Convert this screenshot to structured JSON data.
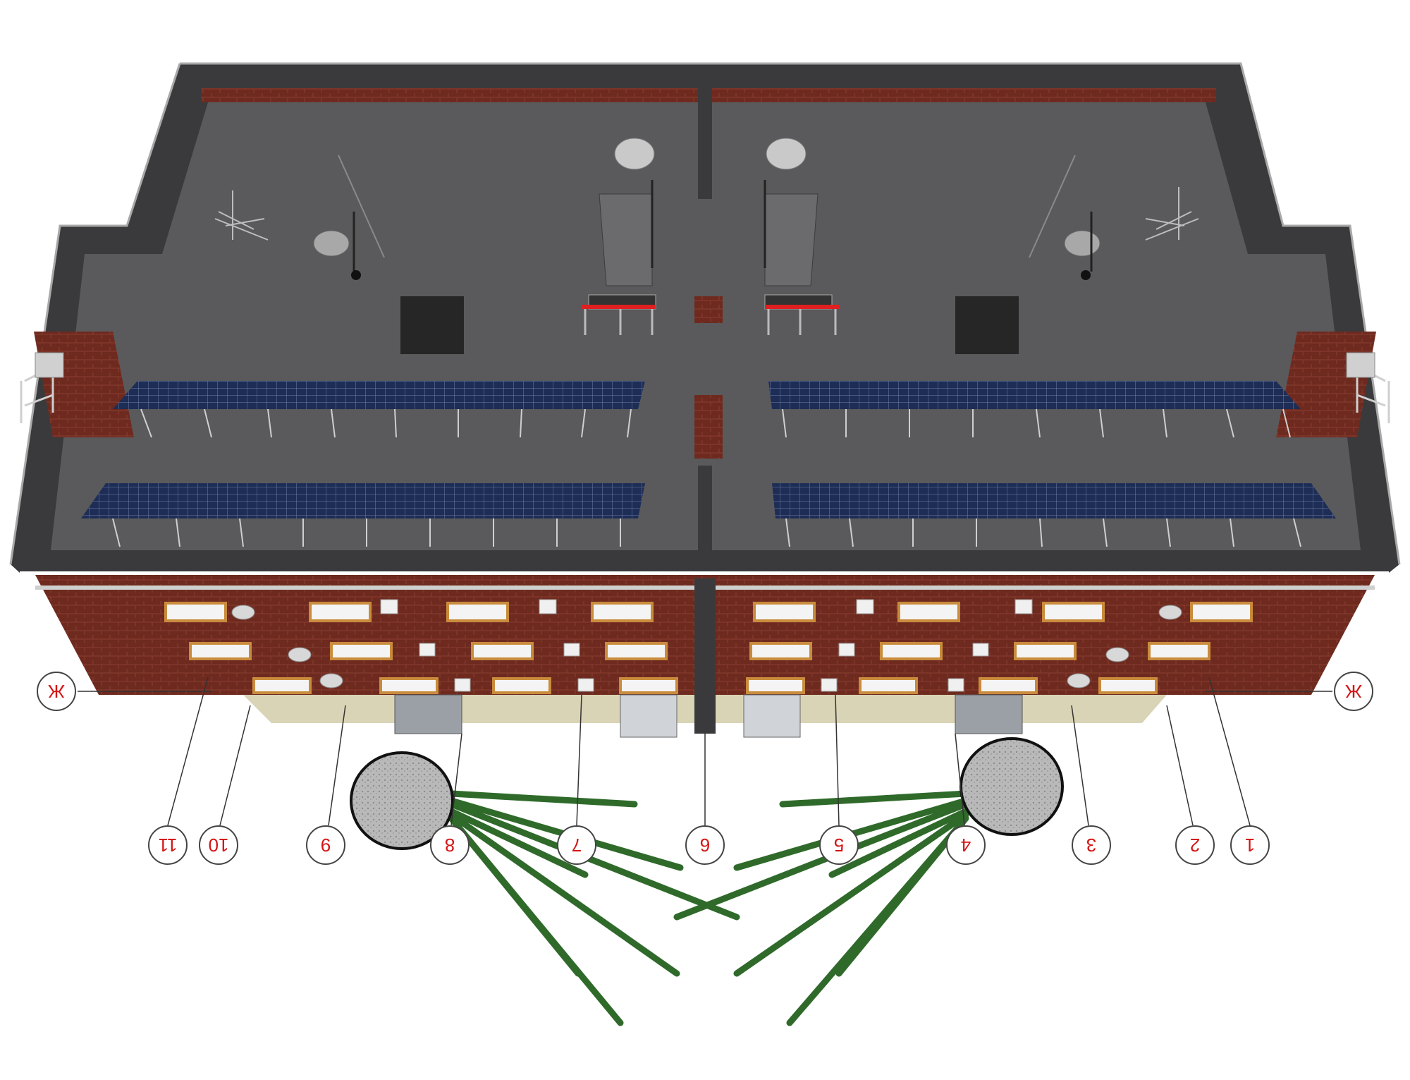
{
  "axes": {
    "grid_color": "#d41414",
    "bubbles": [
      {
        "id": "zh-left",
        "label": "Ж"
      },
      {
        "id": "zh-right",
        "label": "Ж"
      },
      {
        "id": "11",
        "label": "11"
      },
      {
        "id": "10",
        "label": "10"
      },
      {
        "id": "9",
        "label": "9"
      },
      {
        "id": "8",
        "label": "8"
      },
      {
        "id": "7",
        "label": "7"
      },
      {
        "id": "6",
        "label": "6"
      },
      {
        "id": "5",
        "label": "5"
      },
      {
        "id": "4",
        "label": "4"
      },
      {
        "id": "3",
        "label": "3"
      },
      {
        "id": "2",
        "label": "2"
      },
      {
        "id": "1",
        "label": "1"
      }
    ]
  },
  "colors": {
    "roof": "#5a5a5c",
    "parapet": "#3a3a3c",
    "brick": "#6e2a1f",
    "solar_panel": "#1d2d55",
    "tree_trunk": "#2f6a2a",
    "plinth": "#d9d4b6"
  },
  "icons": [
    "satellite-dish-icon",
    "tv-antenna-icon",
    "solar-panel-icon",
    "tree-icon",
    "ladder-icon"
  ]
}
